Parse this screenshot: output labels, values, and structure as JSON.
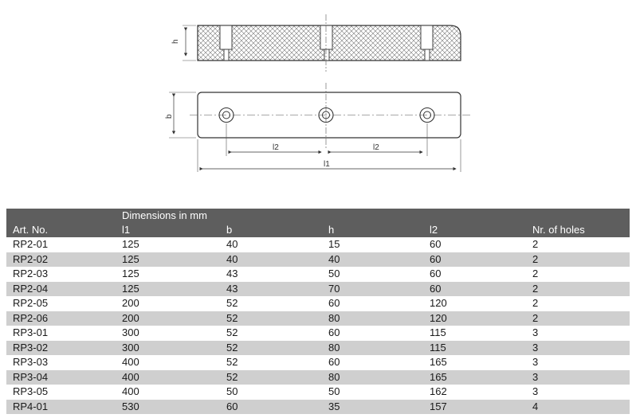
{
  "drawing": {
    "dim_h": "h",
    "dim_b": "b",
    "dim_l2_left": "l2",
    "dim_l2_right": "l2",
    "dim_l1": "l1"
  },
  "table": {
    "group_header": "Dimensions in mm",
    "columns": [
      "Art. No.",
      "l1",
      "b",
      "h",
      "l2",
      "Nr. of holes"
    ],
    "rows": [
      [
        "RP2-01",
        "125",
        "40",
        "15",
        "60",
        "2"
      ],
      [
        "RP2-02",
        "125",
        "40",
        "40",
        "60",
        "2"
      ],
      [
        "RP2-03",
        "125",
        "43",
        "50",
        "60",
        "2"
      ],
      [
        "RP2-04",
        "125",
        "43",
        "70",
        "60",
        "2"
      ],
      [
        "RP2-05",
        "200",
        "52",
        "60",
        "120",
        "2"
      ],
      [
        "RP2-06",
        "200",
        "52",
        "80",
        "120",
        "2"
      ],
      [
        "RP3-01",
        "300",
        "52",
        "60",
        "115",
        "3"
      ],
      [
        "RP3-02",
        "300",
        "52",
        "80",
        "115",
        "3"
      ],
      [
        "RP3-03",
        "400",
        "52",
        "60",
        "165",
        "3"
      ],
      [
        "RP3-04",
        "400",
        "52",
        "80",
        "165",
        "3"
      ],
      [
        "RP3-05",
        "400",
        "50",
        "50",
        "162",
        "3"
      ],
      [
        "RP4-01",
        "530",
        "60",
        "35",
        "157",
        "4"
      ]
    ]
  }
}
